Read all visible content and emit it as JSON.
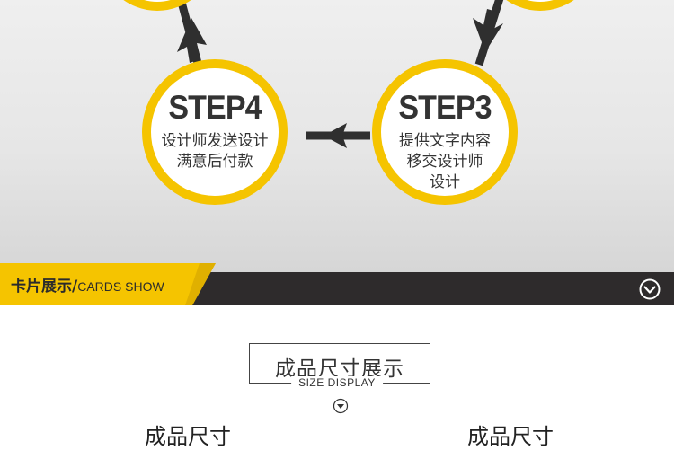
{
  "process": {
    "steps": [
      {
        "title": "STEP4",
        "lines": [
          "设计师发送设计",
          "满意后付款"
        ]
      },
      {
        "title": "STEP3",
        "lines": [
          "提供文字内容",
          "移交设计师",
          "设计"
        ]
      }
    ]
  },
  "section_band": {
    "title_cn": "卡片展示/",
    "title_en": "CARDS SHOW",
    "toggle_icon": "chevron-down-circle-icon"
  },
  "size_display": {
    "title": "成品尺寸展示",
    "subtitle": "SIZE DISPLAY",
    "labels": [
      "成品尺寸",
      "成品尺寸"
    ]
  },
  "colors": {
    "accent": "#f5c400",
    "dark": "#2e2b2c",
    "arrow": "#2f2f2f"
  }
}
